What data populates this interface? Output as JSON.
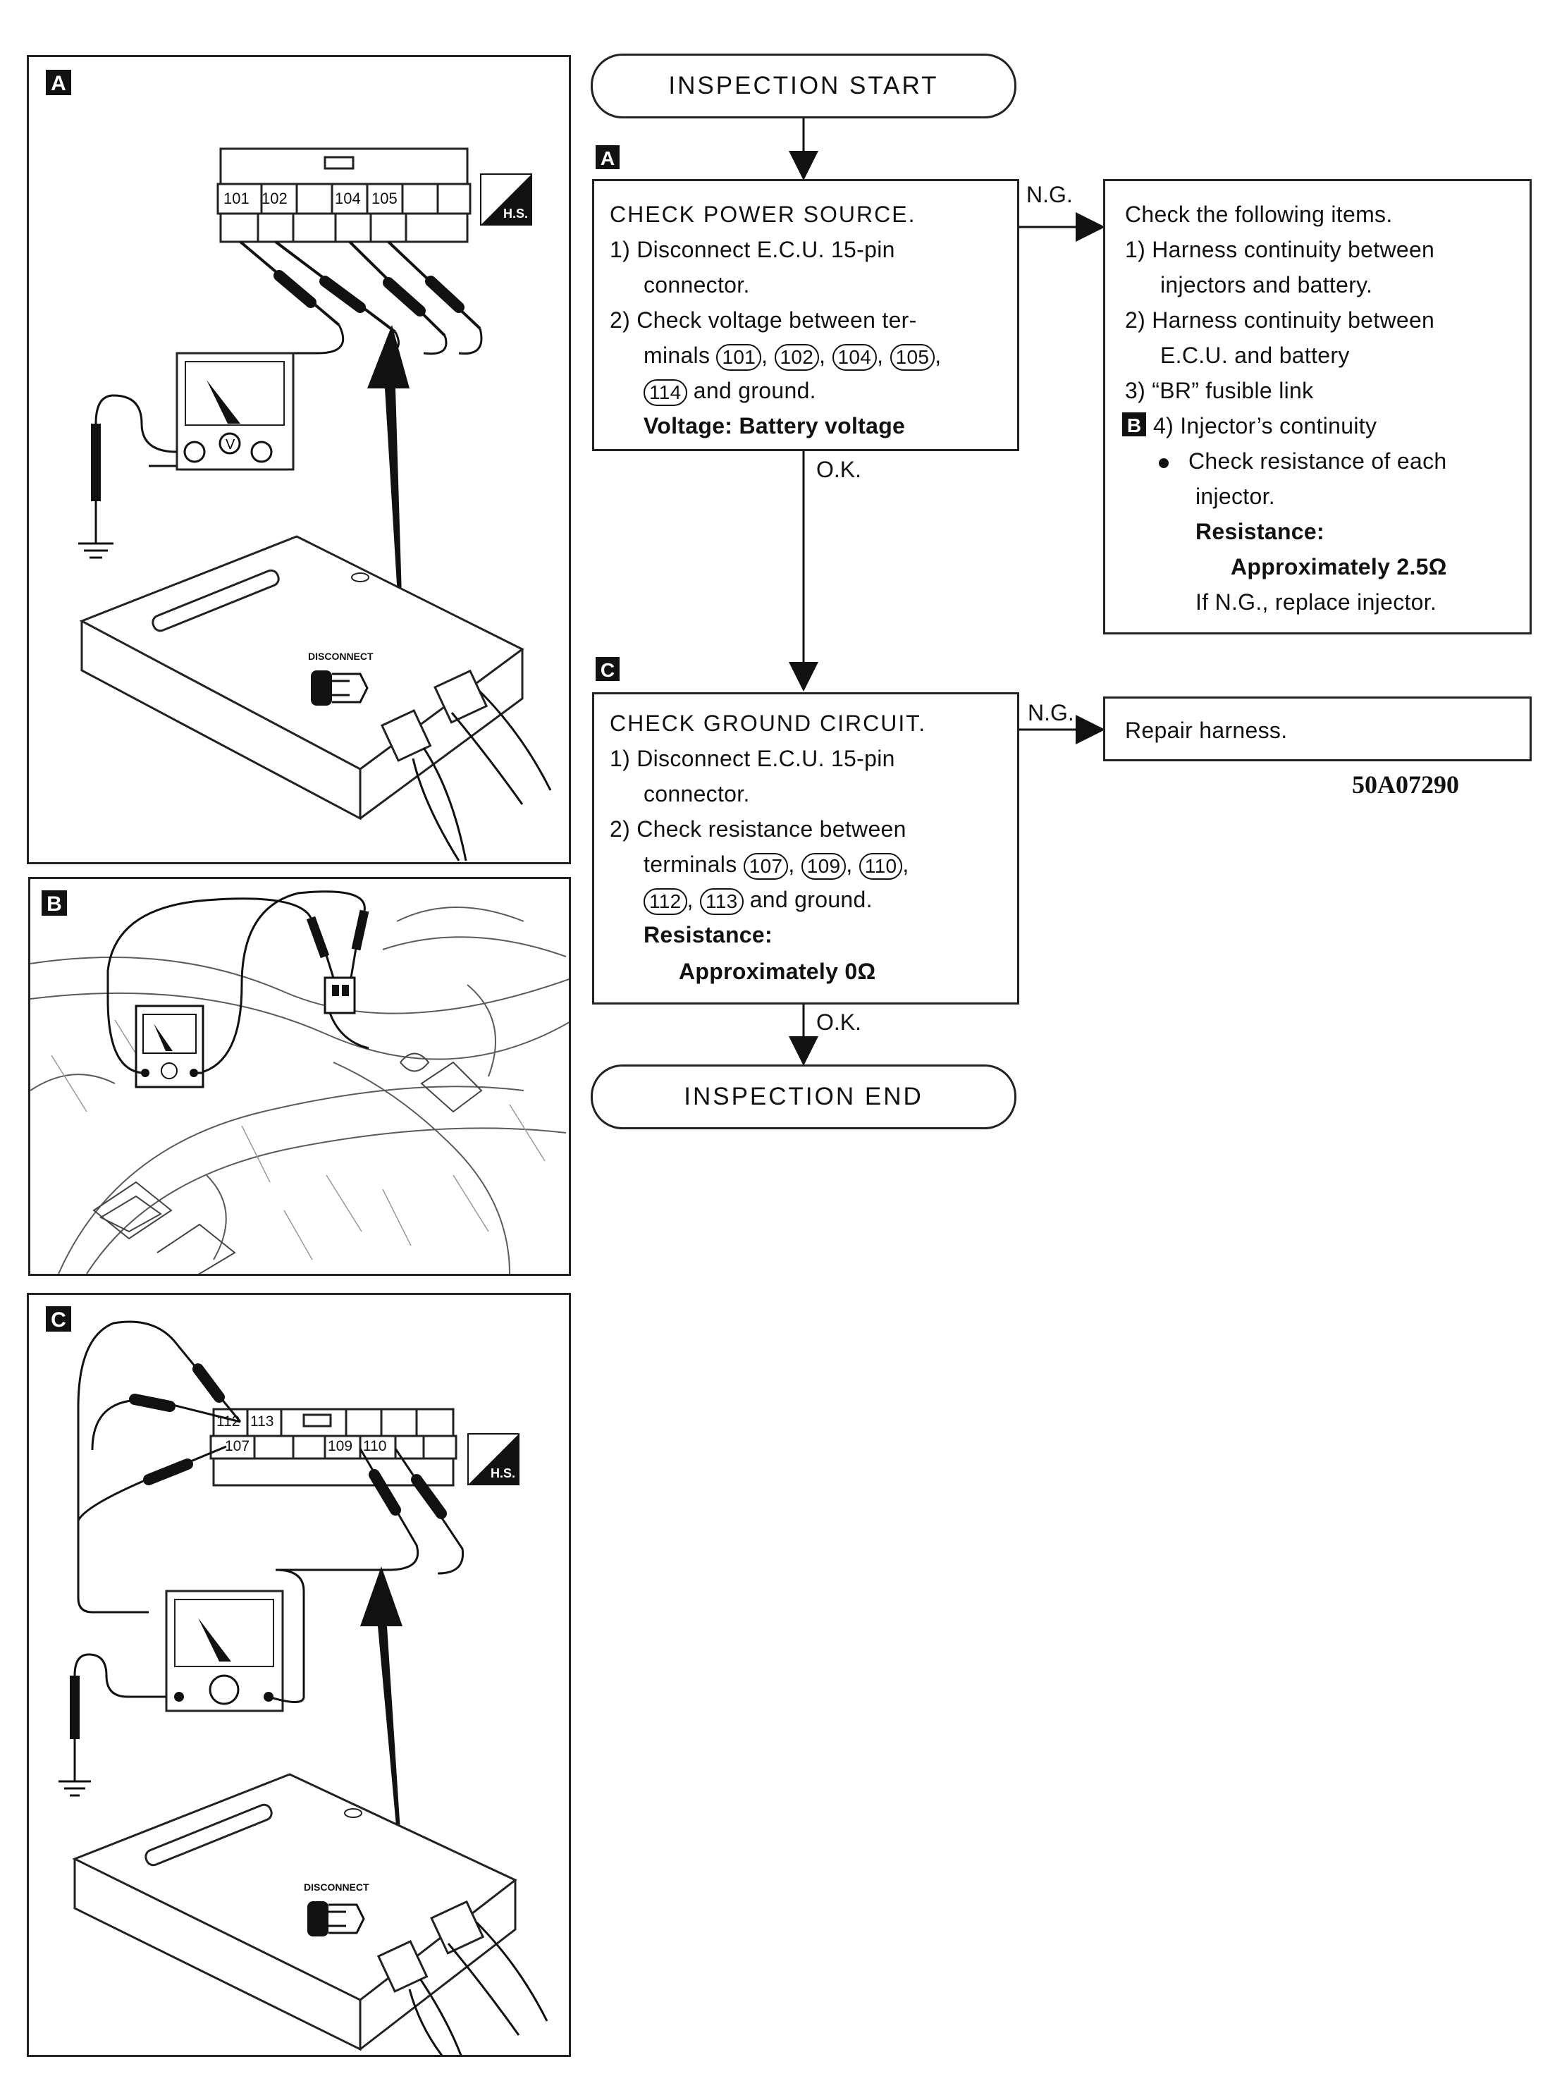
{
  "panels": {
    "a": {
      "tag": "A",
      "pin_labels": [
        "101",
        "102",
        "104",
        "105"
      ],
      "hs_badge": "H.S.",
      "disconnect_label": "DISCONNECT"
    },
    "b": {
      "tag": "B"
    },
    "c": {
      "tag": "C",
      "pin_labels_top": [
        "112",
        "113"
      ],
      "pin_labels_bottom": [
        "107",
        "109",
        "110"
      ],
      "hs_badge": "H.S.",
      "disconnect_label": "DISCONNECT"
    }
  },
  "flow": {
    "start": "INSPECTION START",
    "end": "INSPECTION END",
    "ng": "N.G.",
    "ok": "O.K.",
    "step_a": {
      "tag": "A",
      "title": "CHECK POWER SOURCE.",
      "l1": "1) Disconnect E.C.U. 15-pin",
      "l1b": "connector.",
      "l2": "2) Check voltage between ter-",
      "l3_pre": "minals",
      "t1": "101",
      "t2": "102",
      "t3": "104",
      "t4": "105",
      "t5": "114",
      "comma": ",",
      "l4_post": "and ground.",
      "spec": "Voltage:  Battery voltage"
    },
    "ng_a": {
      "title": "Check the following items.",
      "i1": "1) Harness continuity between",
      "i1b": "injectors and battery.",
      "i2": "2) Harness continuity between",
      "i2b": "E.C.U. and battery",
      "i3": "3) “BR” fusible link",
      "tag": "B",
      "i4": "4) Injector’s continuity",
      "bullet": "Check resistance of each",
      "bullet_b": "injector.",
      "res_label": "Resistance:",
      "res_value": "Approximately 2.5Ω",
      "replace": "If N.G., replace injector."
    },
    "step_c": {
      "tag": "C",
      "title": "CHECK GROUND CIRCUIT.",
      "l1": "1) Disconnect E.C.U. 15-pin",
      "l1b": "connector.",
      "l2": "2) Check resistance between",
      "l3_pre": "terminals",
      "t1": "107",
      "t2": "109",
      "t3": "110",
      "t4": "112",
      "t5": "113",
      "comma": ",",
      "l4_post": "and ground.",
      "res_label": "Resistance:",
      "res_value": "Approximately 0Ω"
    },
    "ng_c": {
      "text": "Repair harness."
    }
  },
  "figure_code": "50A07290"
}
